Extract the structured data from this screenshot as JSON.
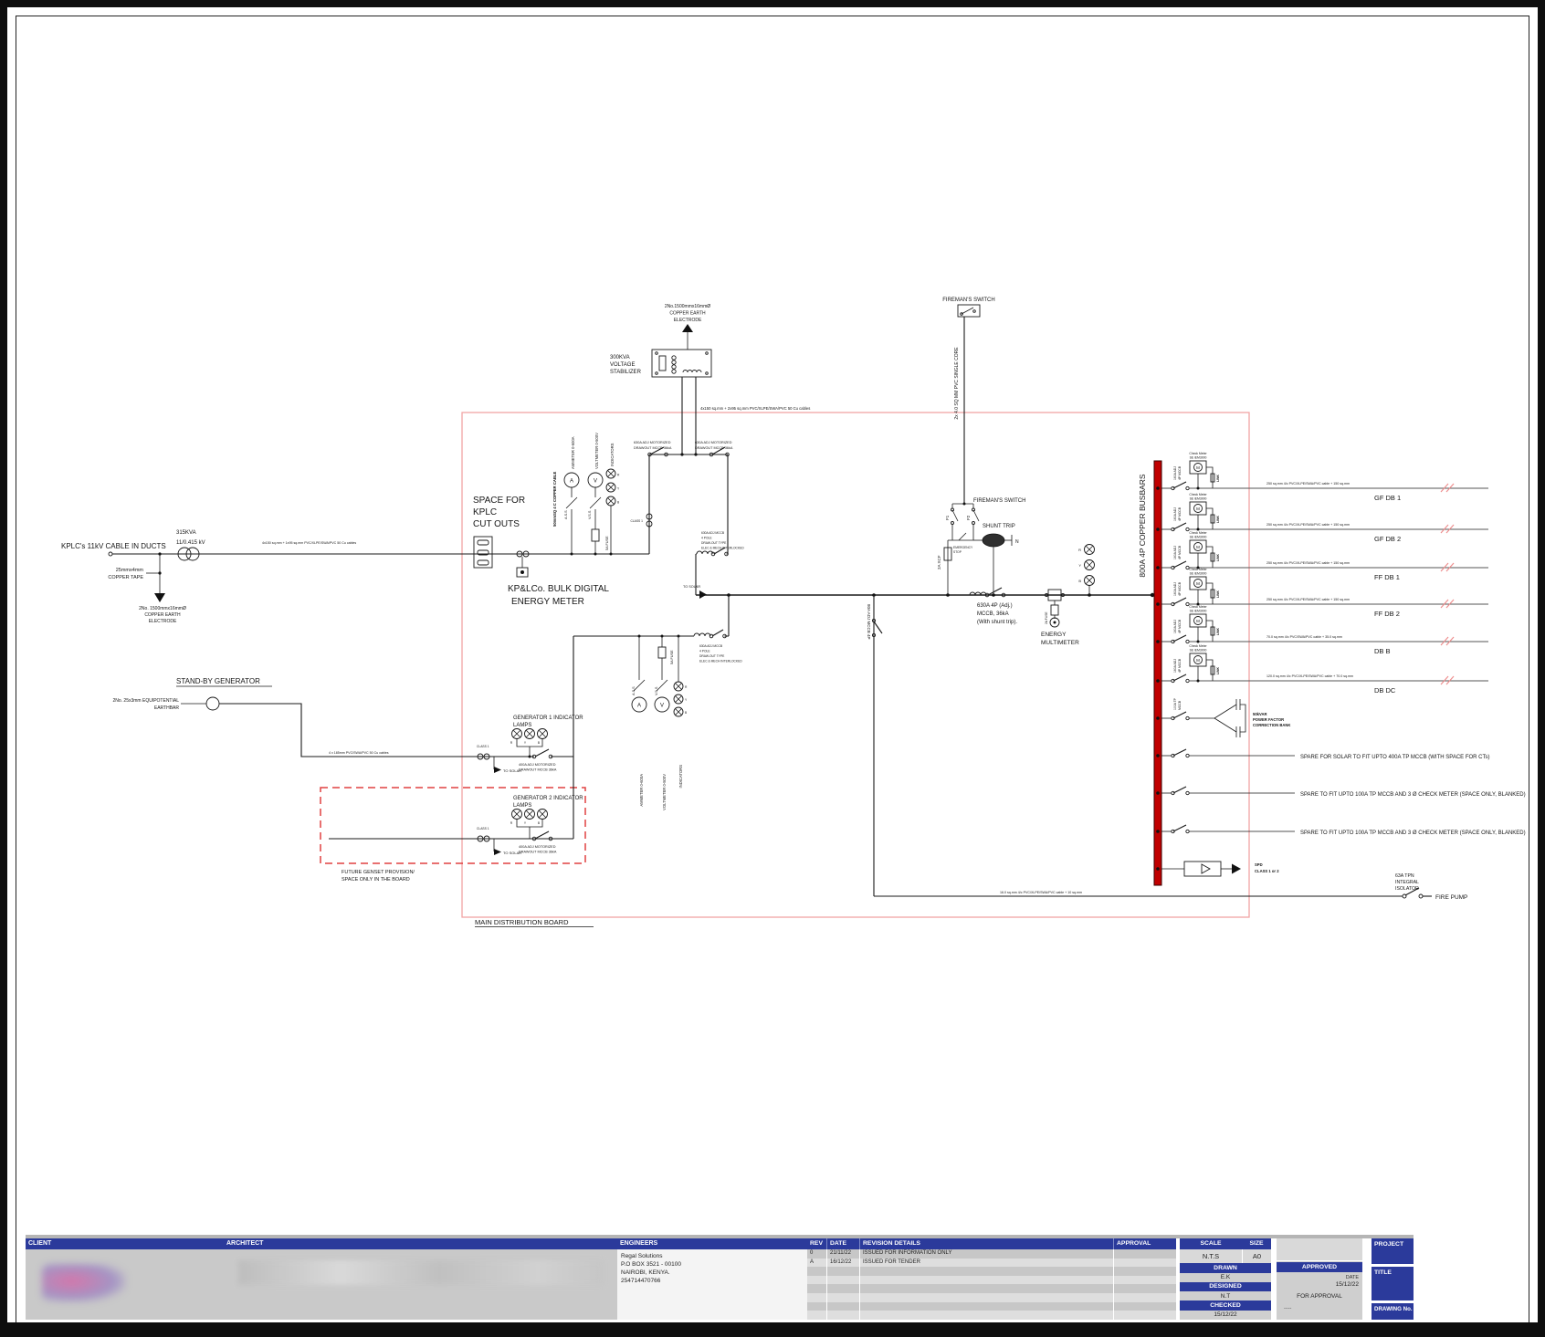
{
  "diagram": {
    "incoming": {
      "duct_label": "KPLC's 11kV CABLE IN DUCTS",
      "cable": "4x150 sq.mm + 1x95 sq.mm PVC/XLPE/SWA/PVC 50 Cu cables",
      "tx_kva": "315KVA",
      "tx_ratio": "11/0.415 kV",
      "tape_l1": "25mmx4mm",
      "tape_l2": "COPPER TAPE",
      "electrode_l1": "2No. 1500mmx16mmØ",
      "electrode_l2": "COPPER EARTH",
      "electrode_l3": "ELECTRODE"
    },
    "stabilizer": {
      "electrode_l1": "2No.1500mmx16mmØ",
      "electrode_l2": "COPPER EARTH",
      "electrode_l3": "ELECTRODE",
      "name_l1": "300KVA",
      "name_l2": "VOLTAGE",
      "name_l3": "STABILIZER",
      "cable": "4x150 sq.mm + 2x95 sq.mm PVC/XLPE/SWA/PVC 50 Cu cables"
    },
    "kplc_space": {
      "l1": "SPACE FOR",
      "l2": "KPLC",
      "l3": "CUT OUTS"
    },
    "bulk_meter": {
      "l1": "KP&LCo. BULK  DIGITAL",
      "l2": "ENERGY METER",
      "cable_vert": "50mmSQ 4 C COPPER CABLE",
      "ct_class": "CLASS 1"
    },
    "instruments": {
      "ammeter": "AMMETER 0-600A",
      "voltmeter": "VOLTMETER 0-500V",
      "indicators": "INDICATORS",
      "ass": "A.S.S",
      "vss": "V.S.S",
      "fuse": "5A FUSE",
      "a": "A",
      "v": "V",
      "r": "R",
      "y": "Y",
      "b": "B"
    },
    "interlock": {
      "sw_l1": "630A ADJ MOTORIZED",
      "sw_l2": "DRAWOUT MCCB 36kA",
      "mccb_l1": "630A ADJ MCCB",
      "mccb_l2": "4 POLE",
      "mccb_l3": "DRAW-OUT TYPE",
      "mccb_l4": "ELEC & MECH INTERLOCKED",
      "to_solar": "TO SOLAR"
    },
    "generator": {
      "standby": "STAND-BY GENERATOR",
      "earthbar_l1": "2No. 25x3mm EQUIPOTENTIAL",
      "earthbar_l2": "EARTHBAR",
      "cable": "4 x 185mm PVC/SWA/PVC 50 Cu cables",
      "g1_l1": "GENERATOR 1 INDICATOR",
      "g1_l2": "LAMPS",
      "g2_l1": "GENERATOR 2 INDICATOR",
      "g2_l2": "LAMPS",
      "sw_l1": "400A ADJ MOTORIZED",
      "sw_l2": "DRAWOUT MCCB 36kA",
      "future_l1": "FUTURE GENSET PROVISION/",
      "future_l2": "SPACE ONLY IN THE BOARD",
      "ct_class": "CLASS 1",
      "to_solar": "TO SOLAR"
    },
    "fireman": {
      "top": "FIREMAN'S SWITCH",
      "cable": "2x 4.0 SQ MM PVC SINGLE CORE",
      "mid": "FIREMAN'S SWITCH",
      "f1": "F1",
      "f2": "F2",
      "fuse": "2A XCF",
      "estop_l1": "EMERGENCY",
      "estop_l2": "STOP",
      "shunt": "SHUNT TRIP",
      "neutral": "N",
      "mccb_l1": "630A 4P (Adj.)",
      "mccb_l2": "MCCB, 36kA",
      "mccb_l3": "(With shunt trip)."
    },
    "multimeter": {
      "l1": "ENERGY",
      "l2": "MULTIMETER",
      "fuse": "2A FUSE"
    },
    "firepump_breaker": "80A ADJ  MCCB  4P",
    "mdb_label": "MAIN DISTRIBUTION BOARD",
    "busbar_label": "800A 4P COPPER BUSBARS",
    "feeder_common": {
      "breaker_l1": "160A ADJ",
      "breaker_l2": "4P MCCB",
      "meter_l1": "Check Meter",
      "meter_l2": "SE iEM3000",
      "m": "M",
      "link": "LINK"
    },
    "feeders": [
      {
        "cable": "250 sq.mm 4/c PVC/XLPE/SWA/PVC cable + 150 sq.mm",
        "dest": "GF DB 1"
      },
      {
        "cable": "250 sq.mm 4/c PVC/XLPE/SWA/PVC cable + 150 sq.mm",
        "dest": "GF DB 2"
      },
      {
        "cable": "250 sq.mm 4/c PVC/XLPE/SWA/PVC cable + 150 sq.mm",
        "dest": "FF DB 1"
      },
      {
        "cable": "250 sq.mm 4/c PVC/XLPE/SWA/PVC cable + 150 sq.mm",
        "dest": "FF DB 2"
      },
      {
        "cable": "70.0 sq.mm 4/c PVC/SWA/PVC cable + 35.0 sq.mm",
        "dest": "DB B"
      },
      {
        "cable": "120.0 sq.mm 4/c PVC/XLPE/SWA/PVC cable + 70.0 sq.mm",
        "dest": "DB DC"
      }
    ],
    "pfc": {
      "breaker_l1": "100A TP",
      "breaker_l2": "MCCB",
      "bank_l1": "50kVAR",
      "bank_l2": "POWER FACTOR",
      "bank_l3": "CORRECTION BANK"
    },
    "spares": [
      {
        "label": "SPARE FOR SOLAR TO FIT UPTO 400A TP MCCB (WITH SPACE FOR CTs)"
      },
      {
        "label": "SPARE TO FIT UPTO 100A TP MCCB AND 3 Ø CHECK METER (SPACE ONLY, BLANKED)"
      },
      {
        "label": "SPARE TO FIT UPTO 100A TP MCCB AND 3 Ø CHECK METER (SPACE ONLY, BLANKED)"
      }
    ],
    "spd": {
      "l1": "SPD",
      "l2": "CLASS 1 or 2"
    },
    "isolator": {
      "l1": "63A TPN",
      "l2": "INTEGRAL",
      "l3": "ISOLATOR"
    },
    "firepump": {
      "label": "FIRE PUMP",
      "cable": "16.0 sq.mm 4/c PVC/XLPE/SWA/PVC cable + 10 sq.mm"
    }
  },
  "titleblock": {
    "client_h": "CLIENT",
    "architect_h": "ARCHITECT",
    "engineers_h": "ENGINEERS",
    "engineers": {
      "l1": "Regal Solutions",
      "l2": "P.O BOX 3521 - 00100",
      "l3": "NAIROBI, KENYA.",
      "l4": "254714470766"
    },
    "rev_h": "REV",
    "date_h": "DATE",
    "details_h": "REVISION DETAILS",
    "approval_h": "APPROVAL",
    "revisions": [
      {
        "rev": "0",
        "date": "21/11/22",
        "details": "ISSUED FOR INFORMATION ONLY"
      },
      {
        "rev": "A",
        "date": "16/12/22",
        "details": "ISSUED FOR TENDER"
      }
    ],
    "scale_h": "SCALE",
    "scale": "N.T.S",
    "size_h": "SIZE",
    "size": "A0",
    "drawn_h": "DRAWN",
    "drawn": "E.K",
    "designed_h": "DESIGNED",
    "designed": "N.T",
    "checked_h": "CHECKED",
    "checked": "15/12/22",
    "approved_h": "APPROVED",
    "approved_date_h": "DATE",
    "approved_date": "15/12/22",
    "approved_note": "FOR APPROVAL",
    "approved_mark": "-----",
    "project_h": "PROJECT",
    "title_h": "TITLE",
    "drawing_h": "DRAWING No."
  },
  "colors": {
    "accent_blue": "#2b3a9b",
    "busbar_red": "#c00000",
    "mdb_outline": "#f2a5a5",
    "future_red": "#e04040"
  }
}
